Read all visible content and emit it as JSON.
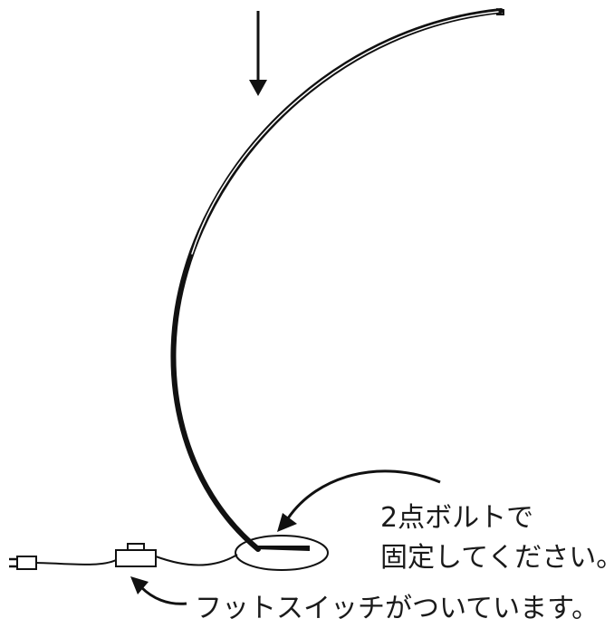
{
  "annotations": {
    "bolt_note": {
      "line1": "2点ボルトで",
      "line2": "固定してください。"
    },
    "switch_note": "フットスイッチがついています。"
  },
  "colors": {
    "line": "#111111",
    "background": "#ffffff"
  }
}
